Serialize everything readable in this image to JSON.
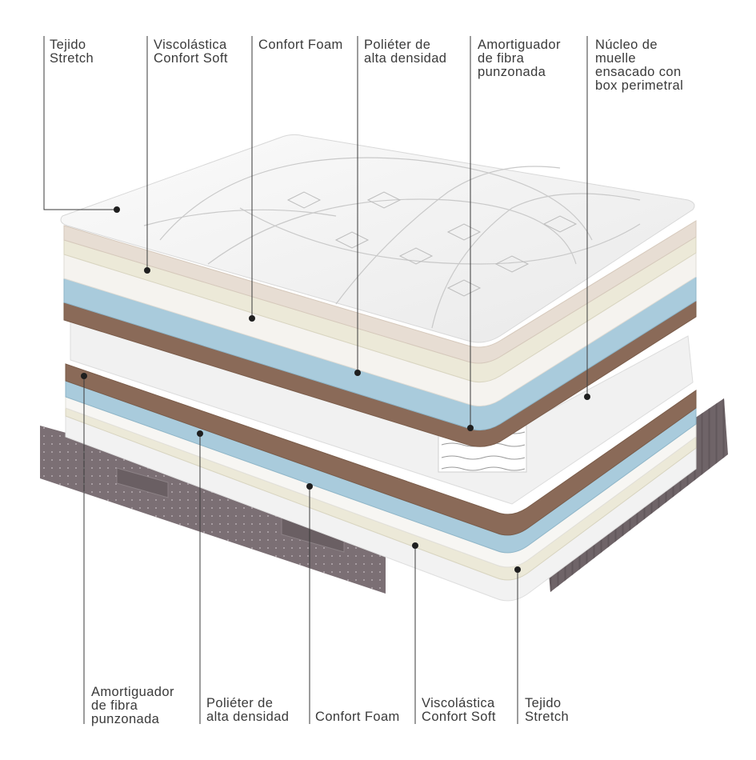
{
  "colors": {
    "background": "#ffffff",
    "text": "#3a3a3a",
    "leader": "#3a3a3a",
    "stretch_top": "#f4f4f4",
    "visco_beige": "#e7ddd3",
    "visco_cream": "#f0eee3",
    "confort_foam": "#f5f3ef",
    "polieter_blue": "#a9cbdc",
    "fibra_brown": "#8a6a58",
    "nucleo": "#f1f1f1",
    "box_fabric": "#7b6f74"
  },
  "labels_top": [
    {
      "id": "tejido-stretch-top",
      "lines": [
        "Tejido",
        "Stretch"
      ]
    },
    {
      "id": "viscoelastica-top",
      "lines": [
        "Viscolástica",
        "Confort Soft"
      ]
    },
    {
      "id": "confort-foam-top",
      "lines": [
        "Confort Foam"
      ]
    },
    {
      "id": "polieter-top",
      "lines": [
        "Poliéter de",
        "alta densidad"
      ]
    },
    {
      "id": "amortiguador-top",
      "lines": [
        "Amortiguador",
        "de fibra",
        "punzonada"
      ]
    },
    {
      "id": "nucleo-top",
      "lines": [
        "Núcleo de",
        "muelle",
        "ensacado con",
        "box perimetral"
      ]
    }
  ],
  "labels_bottom": [
    {
      "id": "amortiguador-bottom",
      "lines": [
        "Amortiguador",
        "de fibra",
        "punzonada"
      ]
    },
    {
      "id": "polieter-bottom",
      "lines": [
        "Poliéter de",
        "alta densidad"
      ]
    },
    {
      "id": "confort-foam-bottom",
      "lines": [
        "Confort Foam"
      ]
    },
    {
      "id": "viscoelastica-bottom",
      "lines": [
        "Viscolástica",
        "Confort Soft"
      ]
    },
    {
      "id": "tejido-stretch-bottom",
      "lines": [
        "Tejido",
        "Stretch"
      ]
    }
  ]
}
